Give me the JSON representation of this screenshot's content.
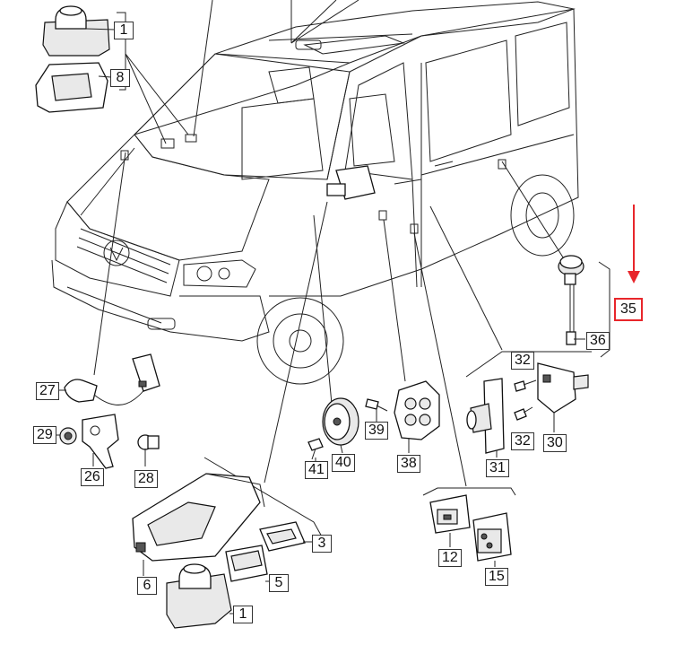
{
  "diagram": {
    "callouts": [
      "1",
      "8",
      "27",
      "29",
      "26",
      "28",
      "41",
      "40",
      "39",
      "38",
      "32",
      "32",
      "30",
      "31",
      "35",
      "36",
      "12",
      "15",
      "3",
      "5",
      "6",
      "1"
    ],
    "highlight": {
      "label": "35",
      "color": "#e8262b"
    }
  }
}
